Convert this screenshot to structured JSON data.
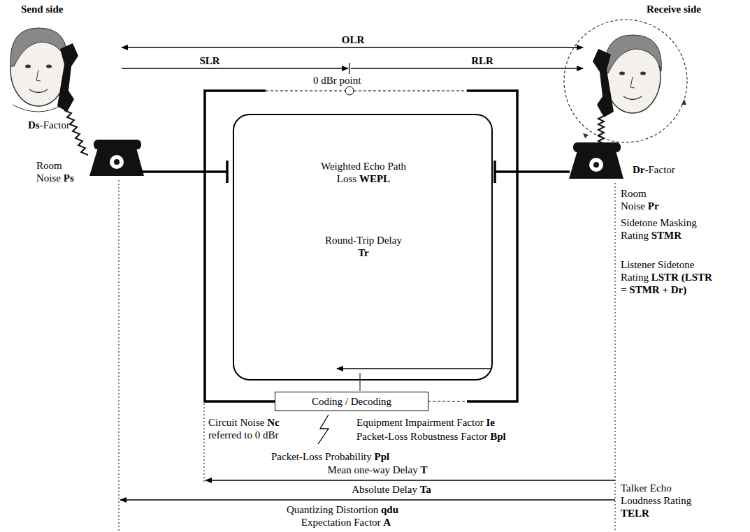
{
  "diagram": {
    "nodes": [
      {
        "text": [
          "Weighted Echo Path Loss WEPL",
          "Round-Trip Delay Tr"
        ]
      },
      {
        "text": [
          "Coding / Decoding"
        ]
      }
    ],
    "labels": [
      "Send side",
      "Receive side",
      "OLR",
      "SLR",
      "RLR",
      "0 dBr point",
      "Ds-Factor",
      "Room Noise Ps",
      "Dr-Factor",
      "Room Noise Pr",
      "Sidetone Masking Rating STMR",
      "Listener Sidetone Rating LSTR (LSTR = STMR + Dr)",
      "Circuit Noise Nc referred to 0 dBr",
      "Equipment Impairment Factor Ie",
      "Packet-Loss Robustness Factor Bpl",
      "Packet-Loss Probability Ppl",
      "Mean one-way Delay T",
      "Absolute Delay Ta",
      "Quantizing Distortion qdu",
      "Expectation Factor A",
      "Talker Echo Loudness Rating TELR"
    ]
  }
}
